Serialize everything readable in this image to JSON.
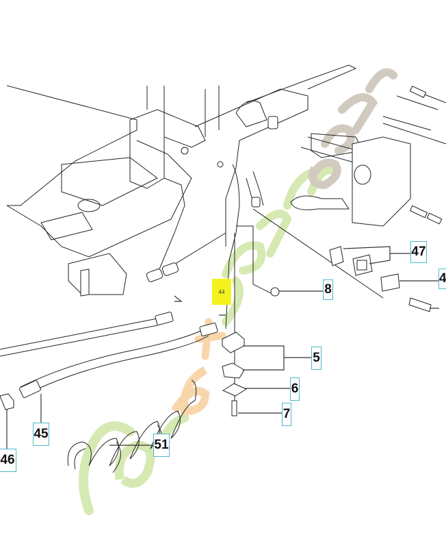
{
  "diagram": {
    "type": "exploded parts diagram",
    "callouts": [
      {
        "id": "c47",
        "label": "47"
      },
      {
        "id": "c4",
        "label": "4"
      },
      {
        "id": "c8",
        "label": "8"
      },
      {
        "id": "c5",
        "label": "5"
      },
      {
        "id": "c6",
        "label": "6"
      },
      {
        "id": "c7",
        "label": "7"
      },
      {
        "id": "c45",
        "label": "45"
      },
      {
        "id": "c46",
        "label": "46"
      },
      {
        "id": "c51",
        "label": "51"
      }
    ],
    "highlighted_label": "44",
    "highlight_color": "#f3f21e",
    "callout_border_color": "#4fb8c8"
  },
  "watermark": {
    "text": "foretjardin.com",
    "colors": [
      "#c6e39a",
      "#f7c58c",
      "#c8c0b4"
    ]
  }
}
